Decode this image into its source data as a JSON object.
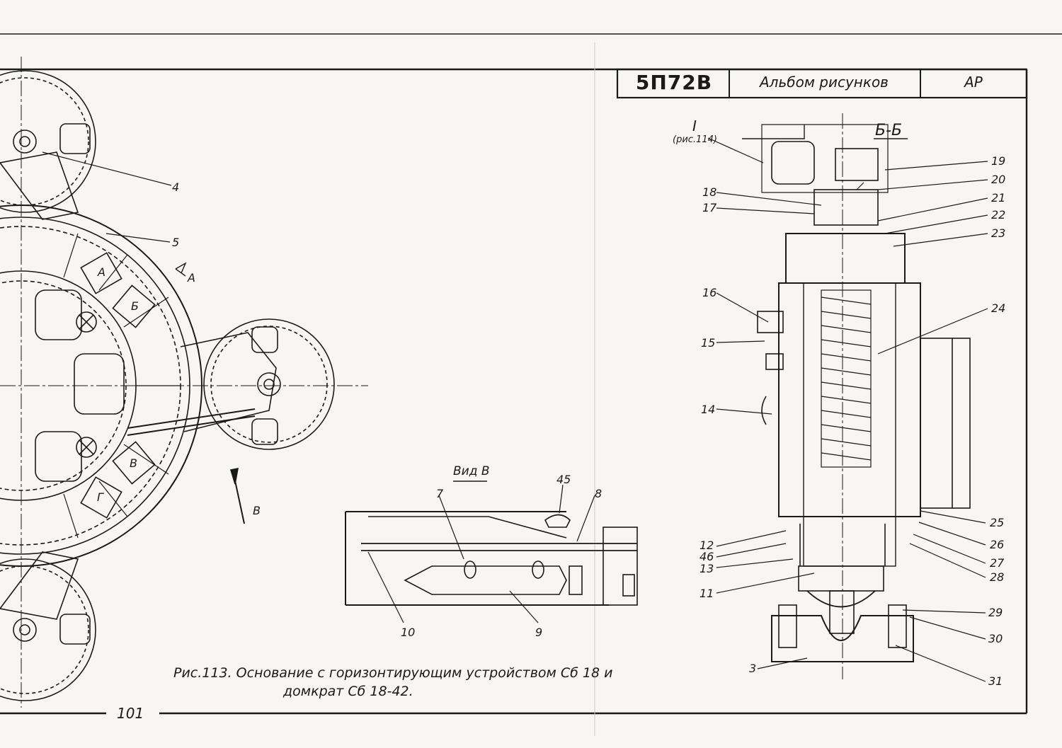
{
  "title_block": {
    "code": "5П72В",
    "album": "Альбом рисунков",
    "doc": "АР"
  },
  "page_number": "101",
  "caption": {
    "line1": "Рис.113. Основание с горизонтирующим устройством Сб 18 и",
    "line2": "домкрат Сб 18-42."
  },
  "view_labels": {
    "section": "Б-Б",
    "detail_ref": "I",
    "detail_ref_note": "(рис.114)",
    "view_b": "Вид В",
    "arrow_a": "А",
    "arrow_b": "В"
  },
  "markers": [
    "А",
    "Б",
    "В",
    "Г"
  ],
  "left_callouts": [
    "4",
    "5"
  ],
  "view_b_callouts": [
    "45",
    "7",
    "8",
    "10",
    "9"
  ],
  "section_callouts_right": [
    "19",
    "20",
    "21",
    "22",
    "23",
    "24",
    "25",
    "26",
    "27",
    "28",
    "29",
    "30",
    "31"
  ],
  "section_callouts_left": [
    "18",
    "17",
    "16",
    "15",
    "14",
    "12",
    "46",
    "13",
    "11",
    "3"
  ]
}
